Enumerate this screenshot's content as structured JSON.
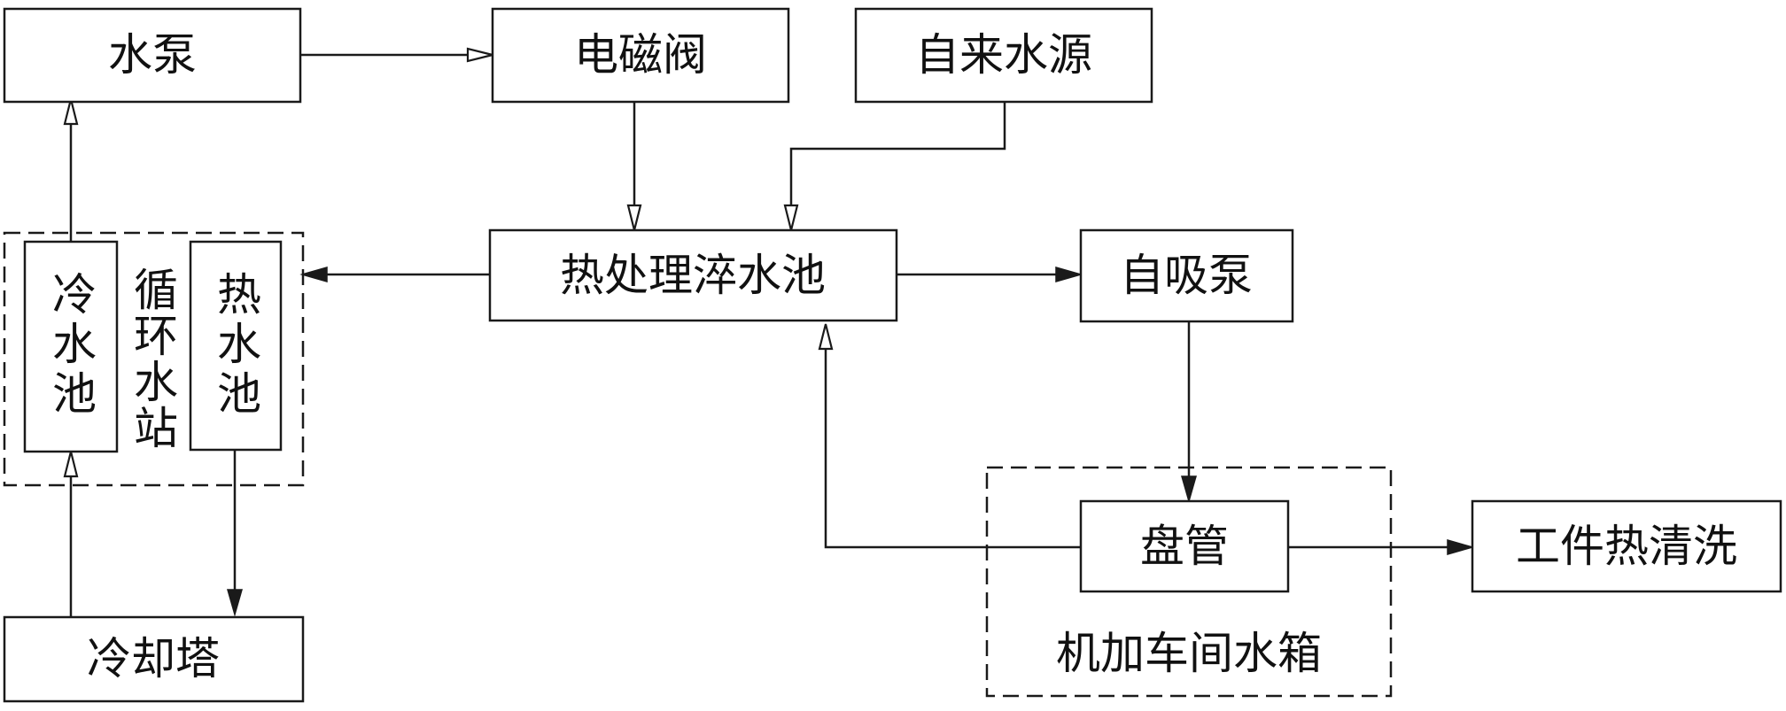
{
  "nodes": {
    "water_pump": "水泵",
    "solenoid_valve": "电磁阀",
    "tap_water_source": "自来水源",
    "cold_water_pool": "冷水池",
    "circulating_water_station": "循环水站",
    "hot_water_pool": "热水池",
    "quench_pool": "热处理淬水池",
    "self_priming_pump": "自吸泵",
    "cooling_tower": "冷却塔",
    "coil": "盘管",
    "machining_workshop_tank": "机加车间水箱",
    "workpiece_hot_cleaning": "工件热清洗"
  },
  "edges": [
    {
      "from": "水泵",
      "to": "电磁阀",
      "arrow": "open"
    },
    {
      "from": "电磁阀",
      "to": "热处理淬水池",
      "arrow": "open"
    },
    {
      "from": "自来水源",
      "to": "热处理淬水池",
      "arrow": "open"
    },
    {
      "from": "冷水池",
      "to": "水泵",
      "arrow": "open"
    },
    {
      "from": "热处理淬水池",
      "to": "循环水站",
      "arrow": "solid"
    },
    {
      "from": "热处理淬水池",
      "to": "自吸泵",
      "arrow": "solid"
    },
    {
      "from": "自吸泵",
      "to": "盘管",
      "arrow": "solid"
    },
    {
      "from": "盘管",
      "to": "热处理淬水池",
      "arrow": "open"
    },
    {
      "from": "盘管",
      "to": "工件热清洗",
      "arrow": "solid"
    },
    {
      "from": "热水池",
      "to": "冷却塔",
      "arrow": "solid"
    },
    {
      "from": "冷却塔",
      "to": "冷水池",
      "arrow": "open"
    }
  ]
}
